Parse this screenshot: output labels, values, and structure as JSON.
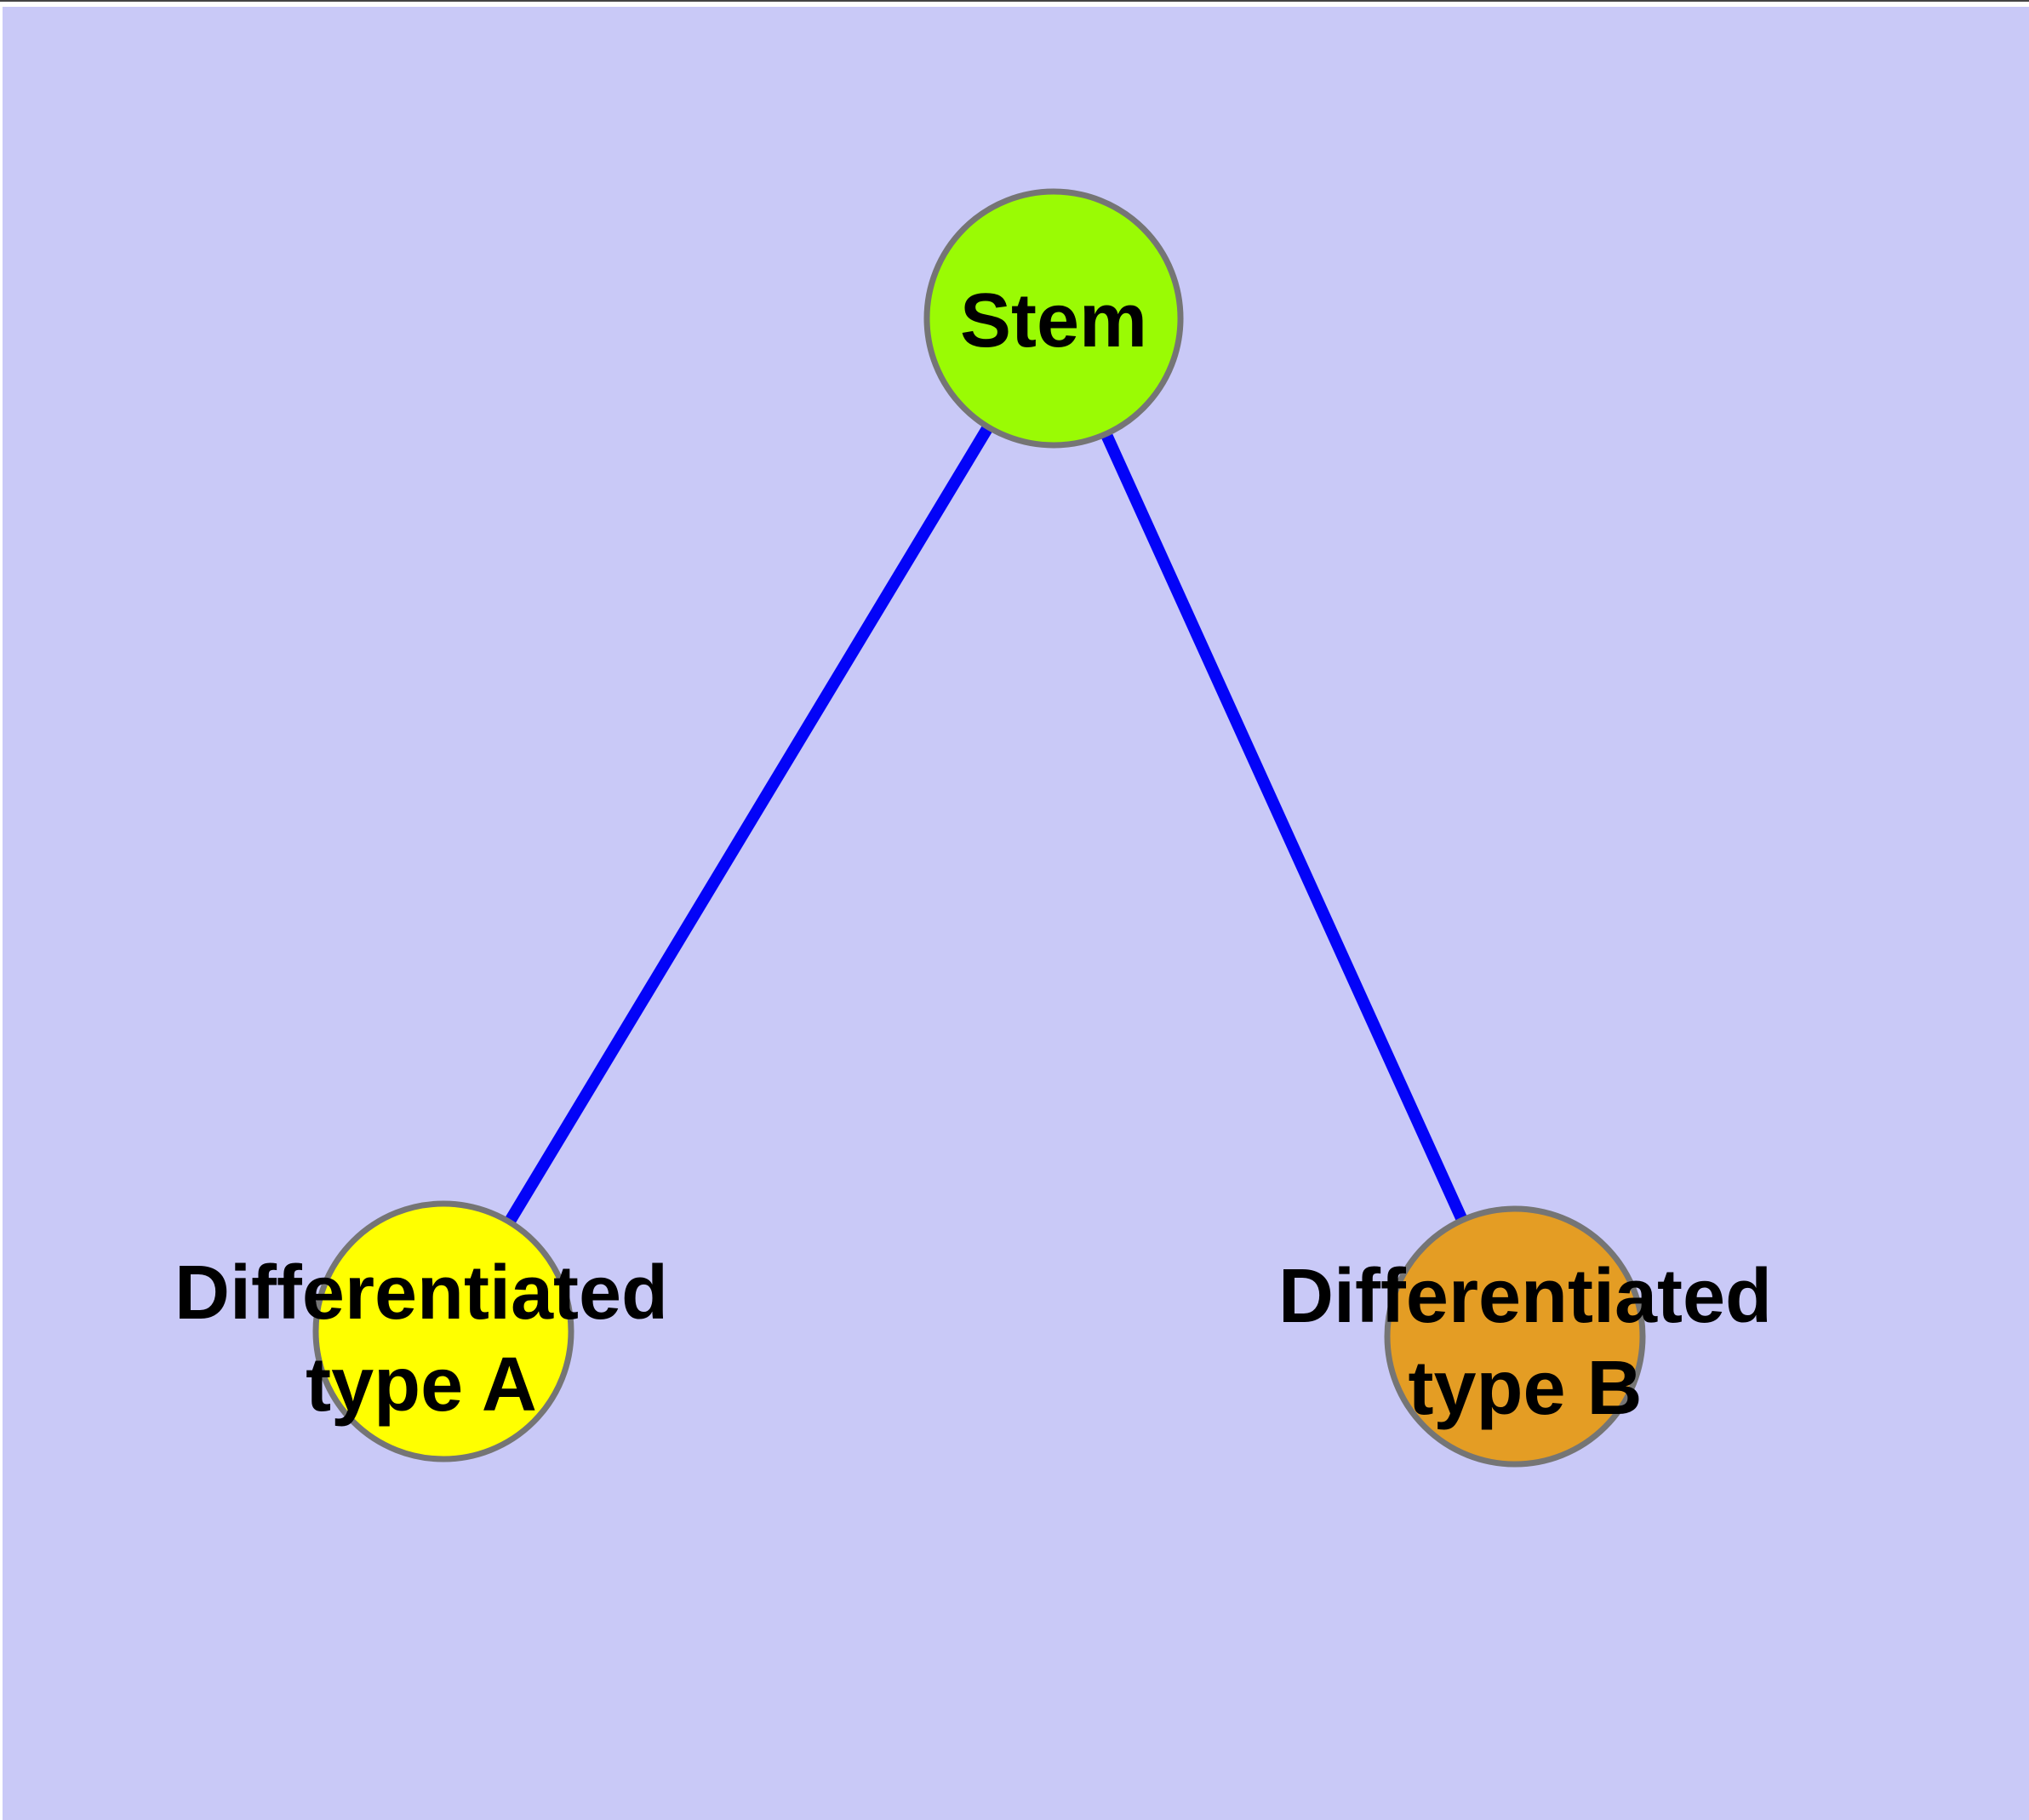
{
  "frame": {
    "outer_background": "#FFFFFF",
    "top_hairline_color": "#444444"
  },
  "diagram": {
    "background_color": "#C9C9F7",
    "edge_color": "#0303F8",
    "node_border_color": "#757575",
    "label_color": "#000000",
    "nodes": [
      {
        "id": "stem",
        "label": "Stem",
        "label_lines": [
          "Stem"
        ],
        "color": "#9AFB04"
      },
      {
        "id": "differentiated-type-a",
        "label": "Differentiated type A",
        "label_lines": [
          "Differentiated",
          "type A"
        ],
        "color": "#FFFF00"
      },
      {
        "id": "differentiated-type-b",
        "label": "Differentiated type B",
        "label_lines": [
          "Differentiated",
          "type B"
        ],
        "color": "#E49D24"
      }
    ],
    "edges": [
      {
        "from": "Stem",
        "to": "Differentiated type A"
      },
      {
        "from": "Stem",
        "to": "Differentiated type B"
      }
    ]
  }
}
